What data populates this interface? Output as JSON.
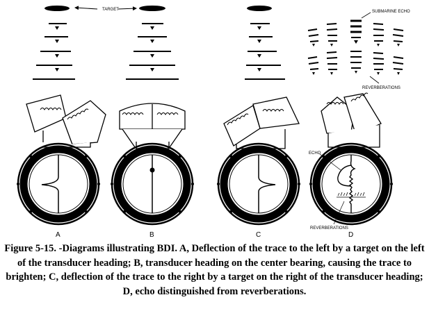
{
  "figure": {
    "labels": {
      "target": "TARGET",
      "submarine_echo": "SUBMARINE ECHO",
      "reverberations_top": "REVERBERATIONS",
      "echo": "ECHO",
      "reverberations_scope": "REVERBERATIONS"
    },
    "panels": [
      {
        "letter": "A"
      },
      {
        "letter": "B"
      },
      {
        "letter": "C"
      },
      {
        "letter": "D"
      }
    ],
    "colors": {
      "ink": "#000000",
      "paper": "#ffffff"
    }
  },
  "caption": {
    "text": "Figure 5-15. -Diagrams illustrating BDI. A, Deflection of the trace to the left by a target on the left of the transducer heading; B, transducer heading on the center bearing, causing the trace to brighten; C, deflection of the trace to the right by a target on the right of the transducer heading; D, echo distinguished from reverberations."
  }
}
